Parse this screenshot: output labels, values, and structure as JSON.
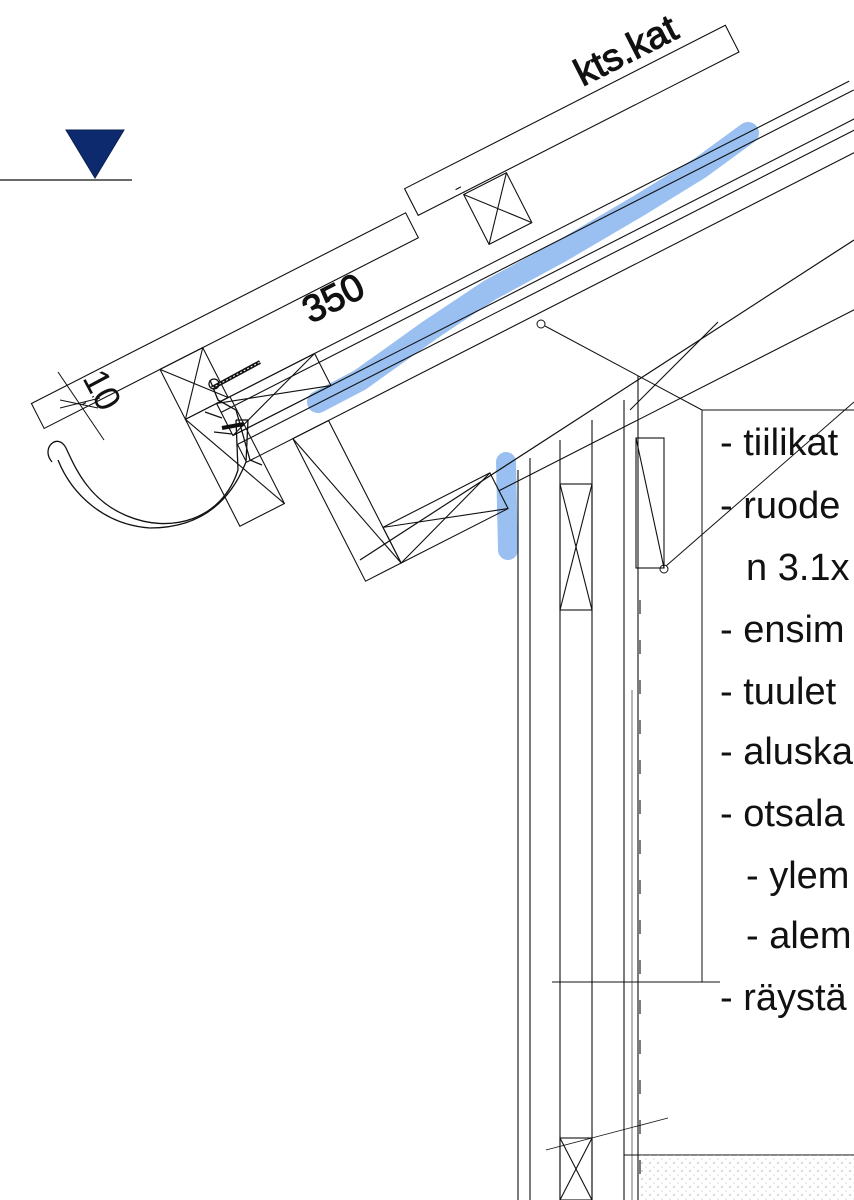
{
  "dimensions": {
    "width_label": "350",
    "thickness_label": "10",
    "reference_label": "kts.kat"
  },
  "legend": {
    "items": [
      "- tiilikat",
      "- ruode",
      "n 3.1x",
      "- ensim",
      "- tuulet",
      "- aluska",
      "- otsala",
      "- ylem",
      "- alem",
      "- räystä"
    ]
  },
  "colors": {
    "level_marker": "#0d2a6e",
    "highlight": "#8fb8ef",
    "line": "#111111"
  },
  "icons": {
    "level_marker": "triangle-down-level-icon"
  }
}
